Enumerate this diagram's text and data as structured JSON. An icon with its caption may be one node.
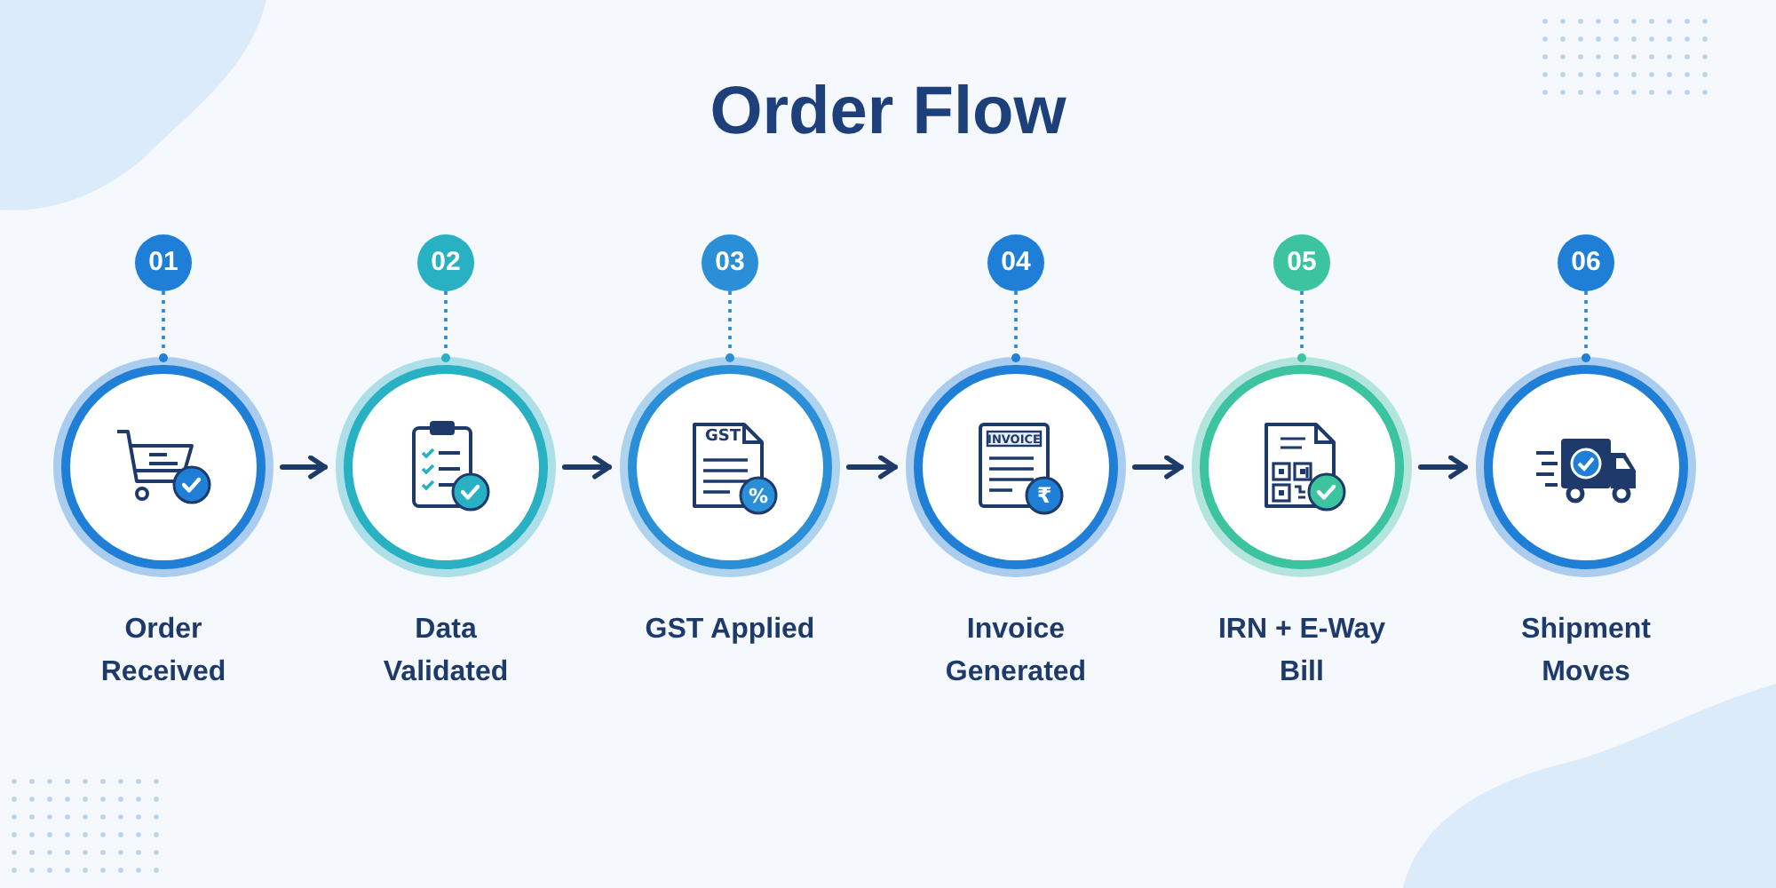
{
  "diagram": {
    "title": "Order Flow",
    "nodes": [
      {
        "text": [
          "01"
        ]
      },
      {
        "text": [
          "02"
        ]
      },
      {
        "text": [
          "03"
        ]
      },
      {
        "text": [
          "04"
        ]
      },
      {
        "text": [
          "05"
        ]
      },
      {
        "text": [
          "06"
        ]
      },
      {
        "text": [
          "Order Received"
        ]
      },
      {
        "text": [
          "Data Validated"
        ]
      },
      {
        "text": [
          "GST Applied"
        ]
      },
      {
        "text": [
          "Invoice Generated"
        ]
      },
      {
        "text": [
          "IRN + E-Way Bill"
        ]
      },
      {
        "text": [
          "Shipment Moves"
        ]
      }
    ],
    "edges": [
      {
        "from": 0,
        "to": 6,
        "arrow": "none",
        "style": "dashed"
      },
      {
        "from": 1,
        "to": 7,
        "arrow": "none",
        "style": "dashed"
      },
      {
        "from": 2,
        "to": 8,
        "arrow": "none",
        "style": "dashed"
      },
      {
        "from": 3,
        "to": 9,
        "arrow": "none",
        "style": "dashed"
      },
      {
        "from": 4,
        "to": 10,
        "arrow": "none",
        "style": "dashed"
      },
      {
        "from": 5,
        "to": 11,
        "arrow": "none",
        "style": "dashed"
      },
      {
        "from": 6,
        "to": 7,
        "arrow": "to",
        "color": "#1d3a6b"
      },
      {
        "from": 7,
        "to": 8,
        "arrow": "to",
        "color": "#1d3a6b"
      },
      {
        "from": 8,
        "to": 9,
        "arrow": "to",
        "color": "#1d3a6b"
      },
      {
        "from": 9,
        "to": 10,
        "arrow": "to",
        "color": "#1d3a6b"
      },
      {
        "from": 10,
        "to": 11,
        "arrow": "to",
        "color": "#1d3a6b"
      }
    ],
    "labels": [
      "GST",
      "%",
      "INVOICE",
      "₹"
    ]
  }
}
